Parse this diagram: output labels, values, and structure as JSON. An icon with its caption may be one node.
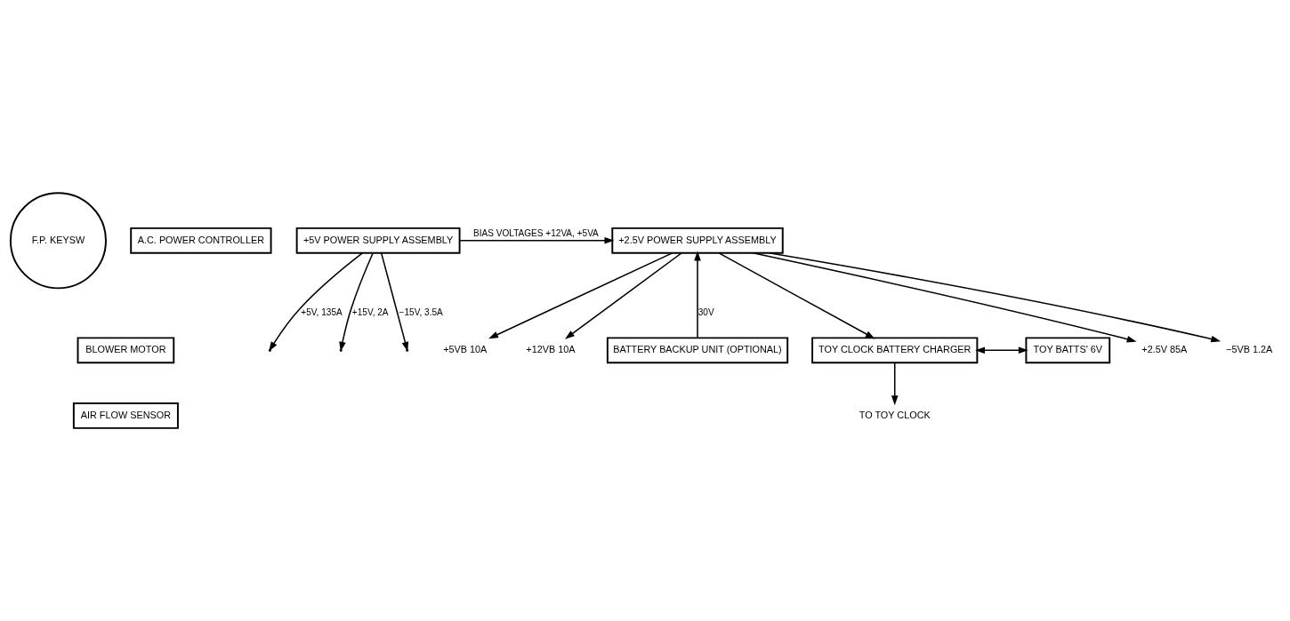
{
  "diagram": {
    "nodes": [
      {
        "text": [
          "F.P. KEYSW"
        ]
      },
      {
        "text": [
          "A.C. POWER CONTROLLER"
        ]
      },
      {
        "text": [
          "+2.5V POWER SUPPLY ASSEMBLY"
        ]
      },
      {
        "text": [
          "+5V POWER SUPPLY ASSEMBLY"
        ]
      },
      {
        "text": [
          "BLOWER MOTOR"
        ]
      },
      {
        "text": [
          "AIR FLOW SENSOR"
        ]
      },
      {
        "text": [
          "BATTERY BACKUP UNIT (OPTIONAL)"
        ]
      },
      {
        "text": [
          "TOY CLOCK BATTERY CHARGER"
        ]
      },
      {
        "text": [
          "TOY BATTS' 6V"
        ]
      },
      {
        "text": [
          "+2.5V 85A"
        ]
      },
      {
        "text": [
          "−5VB 1.2A"
        ]
      },
      {
        "text": [
          "+5VB 10A"
        ]
      },
      {
        "text": [
          "+12VB 10A"
        ]
      },
      {
        "text": [
          "TO TOY CLOCK"
        ]
      }
    ],
    "edges": [
      {
        "from": 3,
        "to": 2,
        "arrow": "to",
        "label": "BIAS VOLTAGES +12VA, +5VA"
      },
      {
        "from": 3,
        "to": null,
        "arrow": "to",
        "label": "+5V, 135A"
      },
      {
        "from": 3,
        "to": null,
        "arrow": "to",
        "label": "+15V, 2A"
      },
      {
        "from": 3,
        "to": null,
        "arrow": "to",
        "label": "−15V, 3.5A"
      },
      {
        "from": 6,
        "to": 2,
        "arrow": "to",
        "label": "30V"
      },
      {
        "from": 2,
        "to": 9,
        "arrow": "to"
      },
      {
        "from": 2,
        "to": 10,
        "arrow": "to"
      },
      {
        "from": 2,
        "to": 11,
        "arrow": "to"
      },
      {
        "from": 2,
        "to": 12,
        "arrow": "to"
      },
      {
        "from": 2,
        "to": 7,
        "arrow": "to"
      },
      {
        "from": 7,
        "to": 8,
        "arrow": "both"
      },
      {
        "from": 7,
        "to": 13,
        "arrow": "to"
      }
    ]
  }
}
